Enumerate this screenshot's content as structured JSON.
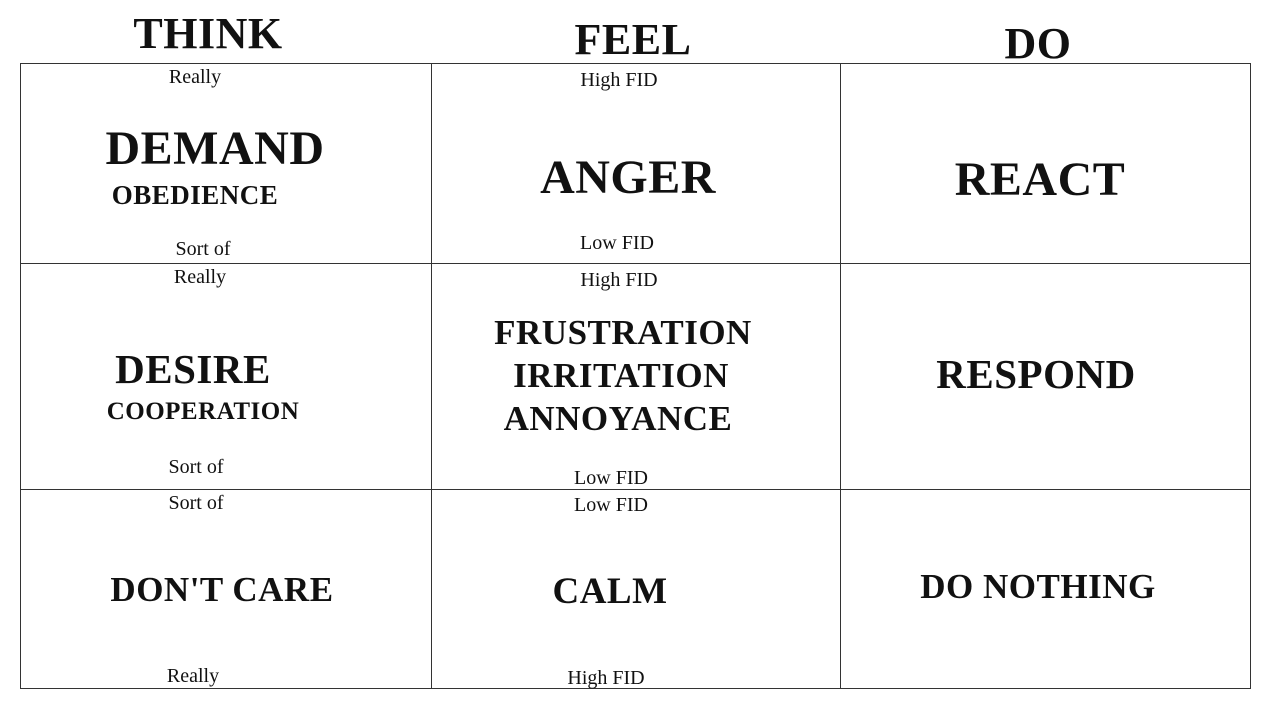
{
  "headers": {
    "think": "THINK",
    "feel": "FEEL",
    "do": "DO"
  },
  "rows": [
    {
      "think": {
        "top": "Really",
        "main": "DEMAND",
        "sub": "OBEDIENCE",
        "bottom": "Sort of"
      },
      "feel": {
        "top": "High FID",
        "main": "ANGER",
        "bottom": "Low FID"
      },
      "do": {
        "main": "REACT"
      }
    },
    {
      "think": {
        "top": "Really",
        "main": "DESIRE",
        "sub": "COOPERATION",
        "bottom": "Sort of"
      },
      "feel": {
        "top": "High FID",
        "lines": [
          "FRUSTRATION",
          "IRRITATION",
          "ANNOYANCE"
        ],
        "bottom": "Low FID"
      },
      "do": {
        "main": "RESPOND"
      }
    },
    {
      "think": {
        "top": "Sort of",
        "main": "DON'T CARE",
        "bottom": "Really"
      },
      "feel": {
        "top": "Low FID",
        "main": "CALM",
        "bottom": "High FID"
      },
      "do": {
        "main": "DO NOTHING"
      }
    }
  ]
}
